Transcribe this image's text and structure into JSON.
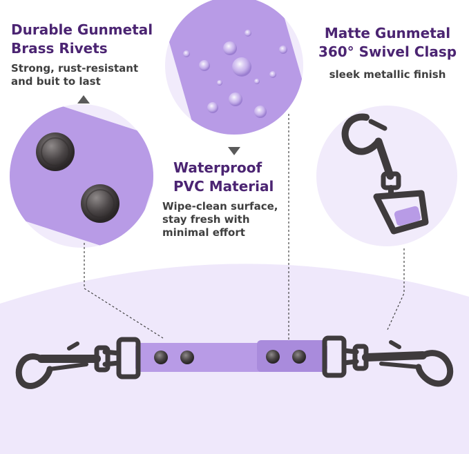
{
  "features": [
    {
      "title_lines": [
        "Durable Gunmetal",
        "Brass Rivets"
      ],
      "desc_lines": [
        "Strong, rust-resistant",
        "and buit to last"
      ]
    },
    {
      "title_lines": [
        "Waterproof",
        "PVC Material"
      ],
      "desc_lines": [
        "Wipe-clean surface,",
        "stay fresh with",
        "minimal effort"
      ]
    },
    {
      "title_lines": [
        "Matte Gunmetal",
        "360° Swivel Clasp"
      ],
      "desc_lines": [
        "sleek metallic finish"
      ]
    }
  ],
  "colors": {
    "strap_purple": "#b89be6",
    "strap_dark": "#9c7dd3",
    "circle_bg": "#f1ebfb",
    "floor": "#efe8fb",
    "metal": "#3f3b3d",
    "heading": "#4b2472"
  }
}
